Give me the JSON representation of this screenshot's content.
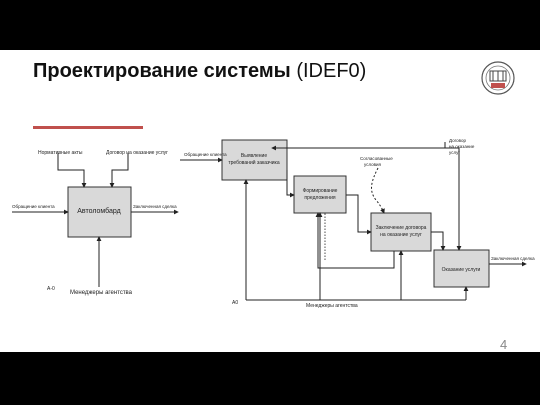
{
  "slide": {
    "title_bold": "Проектирование системы",
    "title_normal": "(IDEF0)",
    "page_number": "4"
  },
  "context_diagram": {
    "box_label": "Автоломбард",
    "node_id": "A-0",
    "controls": [
      "Нормативные акты",
      "Договор на оказание услуг"
    ],
    "input": "Обращение клиента",
    "output": "Заключенная сделка",
    "mechanism": "Менеджеры агентства"
  },
  "decomposition": {
    "node_id": "A0",
    "blocks": [
      {
        "label_lines": [
          "Выявление",
          "требований заказчика"
        ]
      },
      {
        "label_lines": [
          "Формирование",
          "предложения"
        ]
      },
      {
        "label_lines": [
          "Заключение договора",
          "на оказание услуг"
        ]
      },
      {
        "label_lines": [
          "Оказание услуги"
        ]
      }
    ],
    "input": "Обращение клиента",
    "output": "Заключенная сделка",
    "mechanism": "Менеджеры агентства",
    "control_top_right": [
      "Договор",
      "на оказание",
      "услуг"
    ],
    "control_middle": [
      "Согласованные",
      "условия"
    ]
  }
}
